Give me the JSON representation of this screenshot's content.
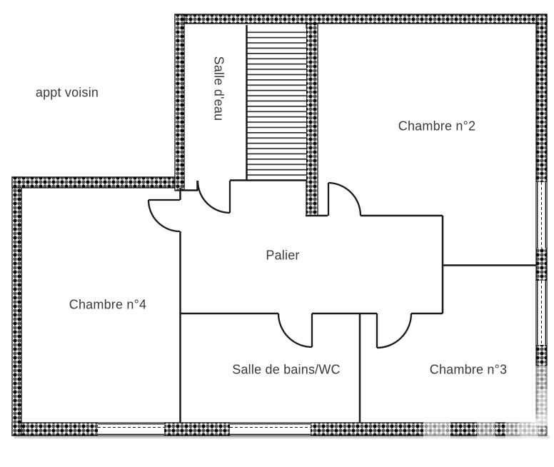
{
  "floorplan": {
    "labels": {
      "neighbor": "appt voisin",
      "shower_room": "Salle d'eau",
      "bedroom2": "Chambre n°2",
      "landing": "Palier",
      "bedroom4": "Chambre n°4",
      "bathroom": "Salle de bains/WC",
      "bedroom3": "Chambre n°3"
    },
    "colors": {
      "wall": "#111111",
      "line": "#1a1a1a",
      "text": "#3a3a3a",
      "background": "#ffffff"
    }
  }
}
